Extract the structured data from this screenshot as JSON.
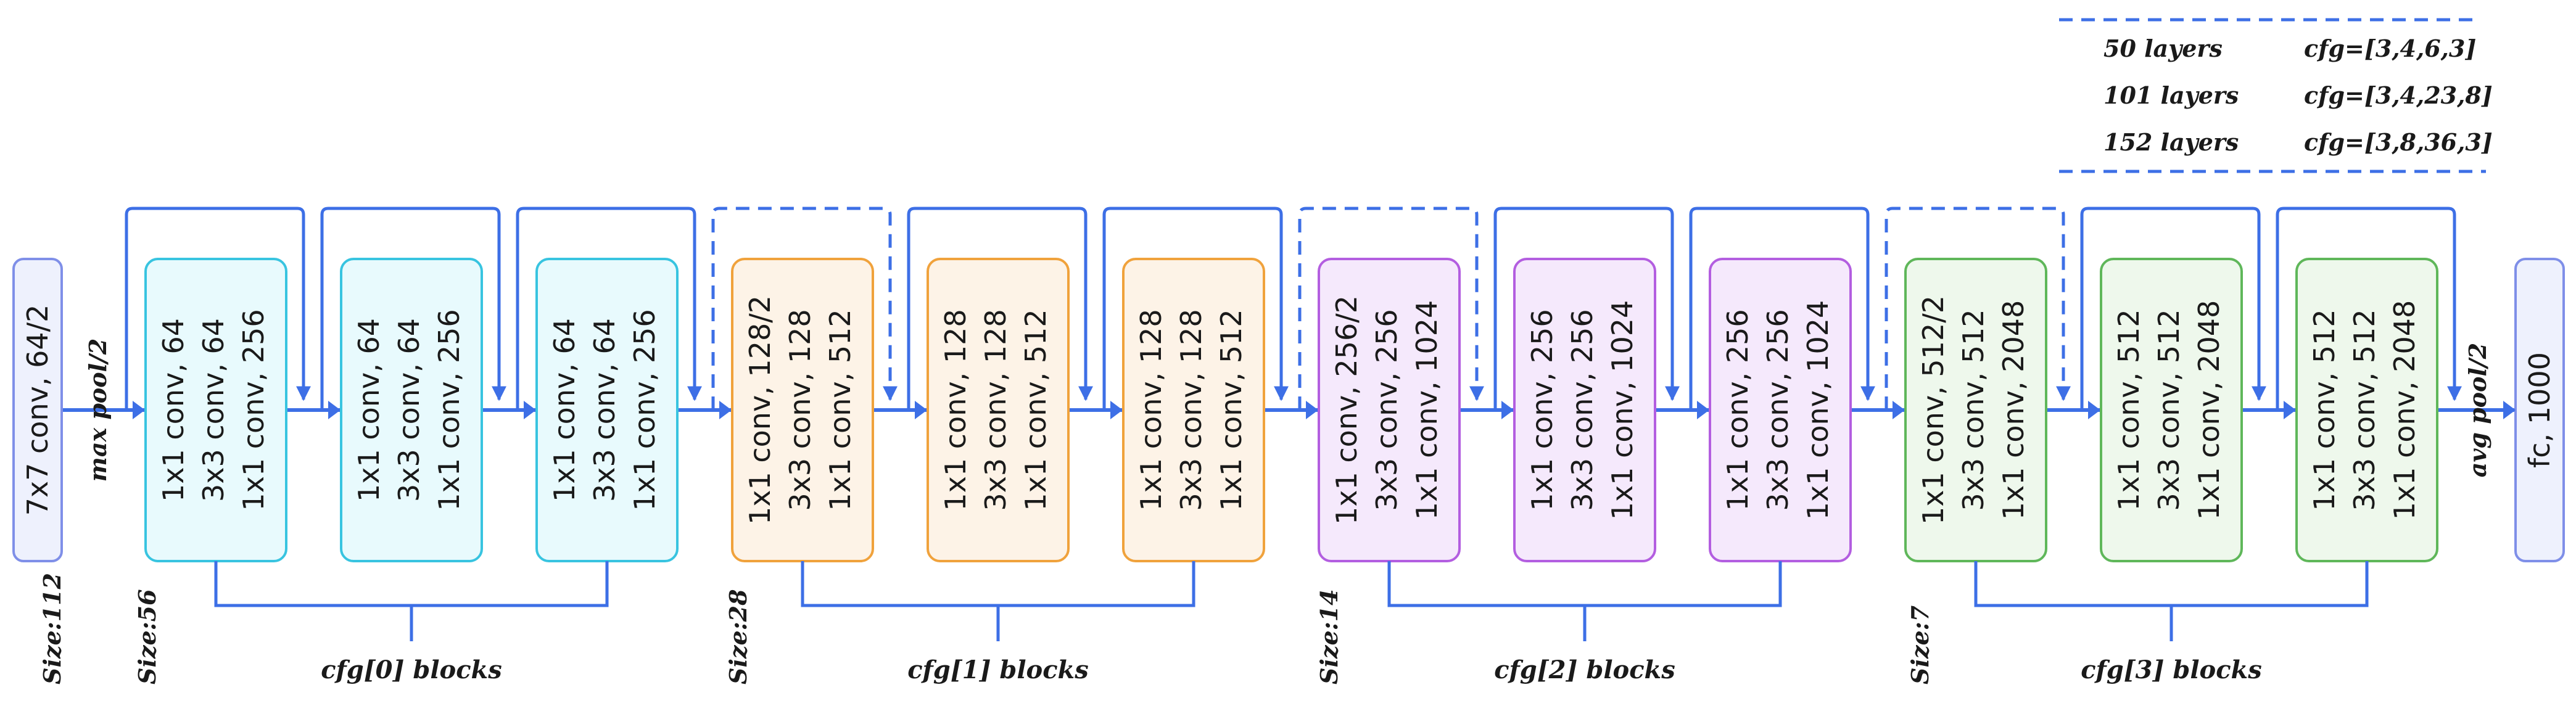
{
  "legend": {
    "rows": [
      {
        "layers": "50 layers",
        "cfg": "cfg=[3,4,6,3]"
      },
      {
        "layers": "101 layers",
        "cfg": "cfg=[3,4,23,8]"
      },
      {
        "layers": "152 layers",
        "cfg": "cfg=[3,8,36,3]"
      }
    ]
  },
  "input_block": {
    "label": "7x7 conv, 64/2"
  },
  "output_block": {
    "label": "fc, 1000"
  },
  "pool_labels": {
    "max": "max pool/2",
    "avg": "avg pool/2"
  },
  "size_labels": [
    "Size:112",
    "Size:56",
    "Size:28",
    "Size:14",
    "Size:7"
  ],
  "colors": {
    "line": "#3d6fe6",
    "io_fill": "#eef1fd",
    "io_stroke": "#7f8fe8",
    "stage_fills": [
      "#e8fafd",
      "#fdf3e7",
      "#f5e9fc",
      "#eef8ec"
    ],
    "stage_strokes": [
      "#38c4e0",
      "#f0a23c",
      "#b35ee0",
      "#5fb75a"
    ]
  },
  "stages": [
    {
      "cfg_label": "cfg[0] blocks",
      "blocks": [
        {
          "lines": [
            "1x1 conv, 64",
            "3x3 conv, 64",
            "1x1 conv, 256"
          ]
        },
        {
          "lines": [
            "1x1 conv, 64",
            "3x3 conv, 64",
            "1x1 conv, 256"
          ]
        },
        {
          "lines": [
            "1x1 conv, 64",
            "3x3 conv, 64",
            "1x1 conv, 256"
          ]
        }
      ]
    },
    {
      "cfg_label": "cfg[1] blocks",
      "blocks": [
        {
          "lines": [
            "1x1 conv, 128/2",
            "3x3 conv, 128",
            "1x1 conv, 512"
          ]
        },
        {
          "lines": [
            "1x1 conv, 128",
            "3x3 conv, 128",
            "1x1 conv, 512"
          ]
        },
        {
          "lines": [
            "1x1 conv, 128",
            "3x3 conv, 128",
            "1x1 conv, 512"
          ]
        }
      ]
    },
    {
      "cfg_label": "cfg[2] blocks",
      "blocks": [
        {
          "lines": [
            "1x1 conv, 256/2",
            "3x3 conv, 256",
            "1x1 conv, 1024"
          ]
        },
        {
          "lines": [
            "1x1 conv, 256",
            "3x3 conv, 256",
            "1x1 conv, 1024"
          ]
        },
        {
          "lines": [
            "1x1 conv, 256",
            "3x3 conv, 256",
            "1x1 conv, 1024"
          ]
        }
      ]
    },
    {
      "cfg_label": "cfg[3] blocks",
      "blocks": [
        {
          "lines": [
            "1x1 conv, 512/2",
            "3x3 conv, 512",
            "1x1 conv, 2048"
          ]
        },
        {
          "lines": [
            "1x1 conv, 512",
            "3x3 conv, 512",
            "1x1 conv, 2048"
          ]
        },
        {
          "lines": [
            "1x1 conv, 512",
            "3x3 conv, 512",
            "1x1 conv, 2048"
          ]
        }
      ]
    }
  ]
}
